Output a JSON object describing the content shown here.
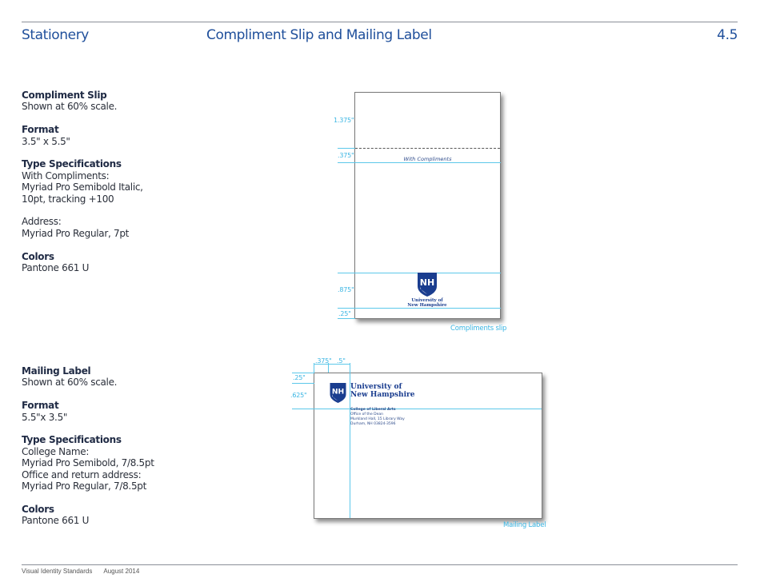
{
  "header": {
    "section": "Stationery",
    "title": "Compliment Slip and Mailing Label",
    "page_number": "4.5"
  },
  "compliment_slip_specs": {
    "title": "Compliment Slip",
    "scale_note": "Shown at 60% scale.",
    "format_heading": "Format",
    "format_value": "3.5\" x 5.5\"",
    "type_heading": "Type Specifications",
    "type_lines": [
      "With Compliments:",
      "Myriad Pro Semibold Italic,",
      "10pt, tracking +100"
    ],
    "address_lines": [
      "Address:",
      "Myriad Pro Regular, 7pt"
    ],
    "colors_heading": "Colors",
    "colors_value": "Pantone 661 U"
  },
  "mailing_label_specs": {
    "title": "Mailing Label",
    "scale_note": "Shown at 60% scale.",
    "format_heading": "Format",
    "format_value": "5.5\"x 3.5\"",
    "type_heading": "Type Specifications",
    "type_lines": [
      "College Name:",
      "Myriad Pro Semibold, 7/8.5pt",
      "Office and return address:",
      "Myriad Pro Regular, 7/8.5pt"
    ],
    "colors_heading": "Colors",
    "colors_value": "Pantone 661 U"
  },
  "compliment_slip_figure": {
    "dimensions": {
      "top": "1.375\"",
      "band": ".375\"",
      "logo_zone": ".875\"",
      "bottom": ".25\""
    },
    "with_compliments": "With Compliments",
    "logo_line1": "University of",
    "logo_line2": "New Hampshire",
    "logo_mark": "NH",
    "caption": "Compliments slip"
  },
  "mailing_label_figure": {
    "dimensions": {
      "left": ".375\"",
      "logo_width": ".5\"",
      "top": ".25\"",
      "logo_height": ".625\""
    },
    "logo_mark": "NH",
    "logo_line1": "University of",
    "logo_line2": "New Hampshire",
    "college_name": "College of Liberal Arts",
    "address_lines": [
      "Office of the Dean",
      "Murkland Hall, 15 Library Way",
      "Durham, NH 03824-3596"
    ],
    "caption": "Mailing Label"
  },
  "footer": {
    "publication": "Visual Identity Standards",
    "date": "August 2014"
  },
  "colors": {
    "brand_blue": "#1a3d8f",
    "guide_cyan": "#5cc8ea",
    "heading_blue": "#1f4f9b"
  }
}
